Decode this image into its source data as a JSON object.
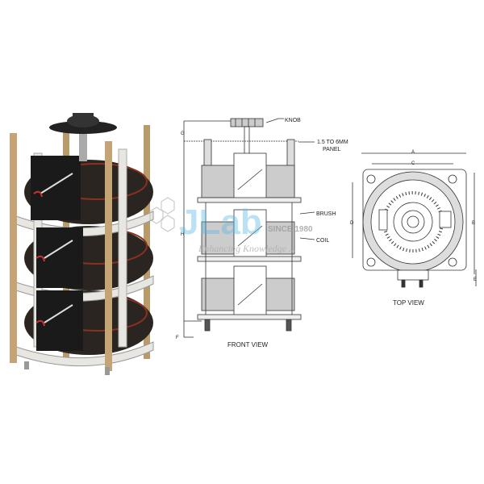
{
  "drawing": {
    "front_view_title": "FRONT VIEW",
    "top_view_title": "TOP VIEW",
    "callouts": {
      "knob": "KNOB",
      "panel_line1": "1.5 TO 6MM",
      "panel_line2": "PANEL",
      "brush": "BRUSH",
      "coil": "COIL"
    },
    "dimensions": {
      "a": "A",
      "b": "B",
      "c": "C",
      "d": "D",
      "e": "E",
      "f": "F",
      "g": "G",
      "h": "H"
    }
  },
  "watermark": {
    "logo": "JLab",
    "since": "SINCE 1980",
    "tagline": "Enhancing Knowledge ..."
  },
  "colors": {
    "watermark_blue": "#5bb8e6",
    "coil_dark": "#2a2520",
    "frame_light": "#e8e6e0"
  }
}
